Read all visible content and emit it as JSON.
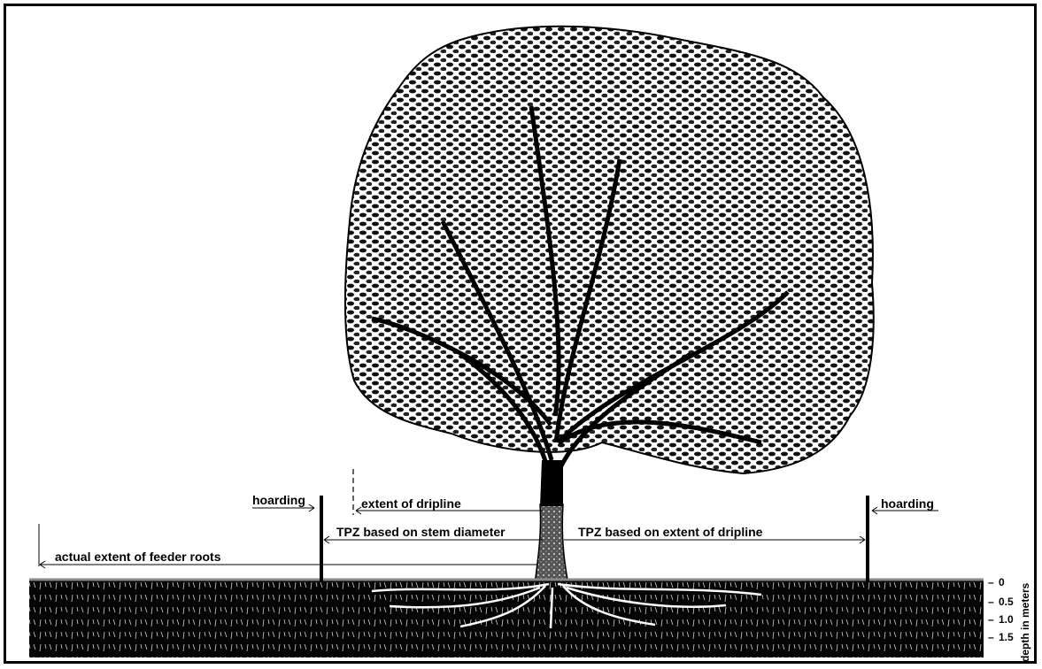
{
  "labels": {
    "hoarding_left": "hoarding",
    "hoarding_right": "hoarding",
    "dripline": "extent of dripline",
    "tpz_stem": "TPZ based on stem diameter",
    "tpz_dripline": "TPZ based on extent of dripline",
    "feeder_roots": "actual extent of feeder roots"
  },
  "depth_scale": {
    "title": "depth in meters",
    "ticks": [
      "0",
      "0.5",
      "1.0",
      "1.5"
    ]
  },
  "colors": {
    "ink": "#000000",
    "background": "#ffffff",
    "canopy": "#1a1a1a",
    "soil": "#050505",
    "roots": "#ffffff"
  }
}
